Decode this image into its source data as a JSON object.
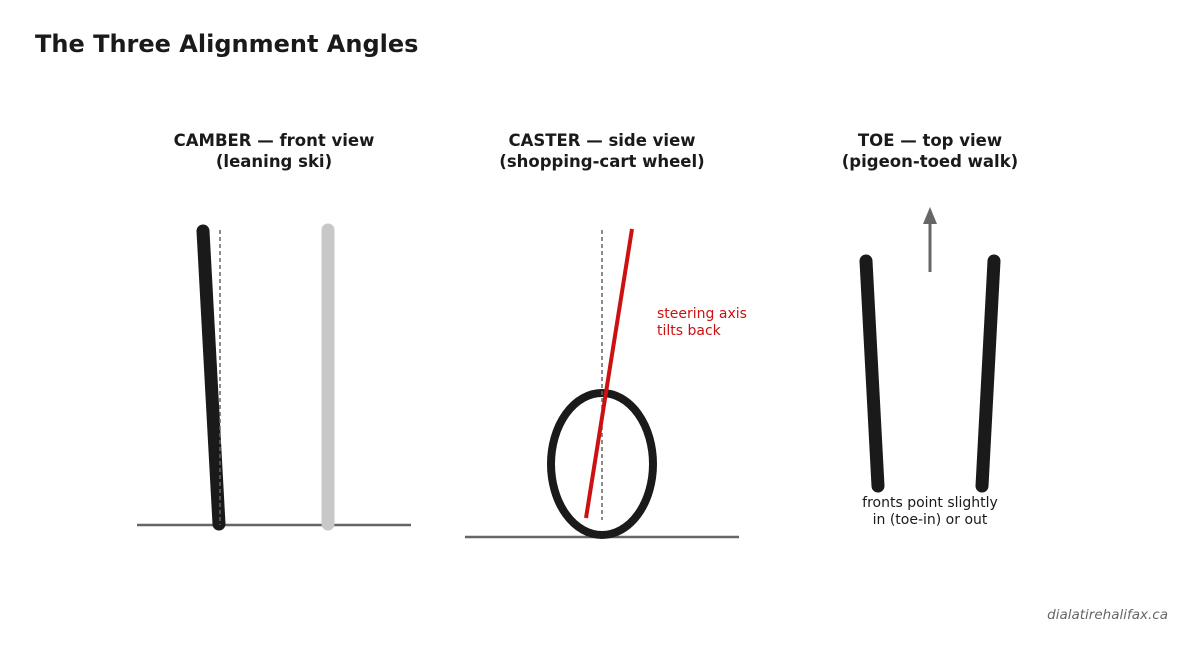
{
  "title": "The Three Alignment Angles",
  "panels": {
    "camber": {
      "heading_line1": "CAMBER — front view",
      "heading_line2": "(leaning ski)"
    },
    "caster": {
      "heading_line1": "CASTER — side view",
      "heading_line2": "(shopping-cart wheel)",
      "note_line1": "steering axis",
      "note_line2": "tilts back"
    },
    "toe": {
      "heading_line1": "TOE — top view",
      "heading_line2": "(pigeon-toed walk)",
      "note_line1": "fronts point slightly",
      "note_line2": "in (toe-in) or out"
    }
  },
  "credit": "dialatirehalifax.ca",
  "colors": {
    "text": "#1a1a1a",
    "wheel": "#1a1a1a",
    "reference_wheel": "#c8c8c8",
    "ground": "#666666",
    "guide": "#666666",
    "steering_axis": "#cc1111",
    "arrow": "#666666"
  }
}
